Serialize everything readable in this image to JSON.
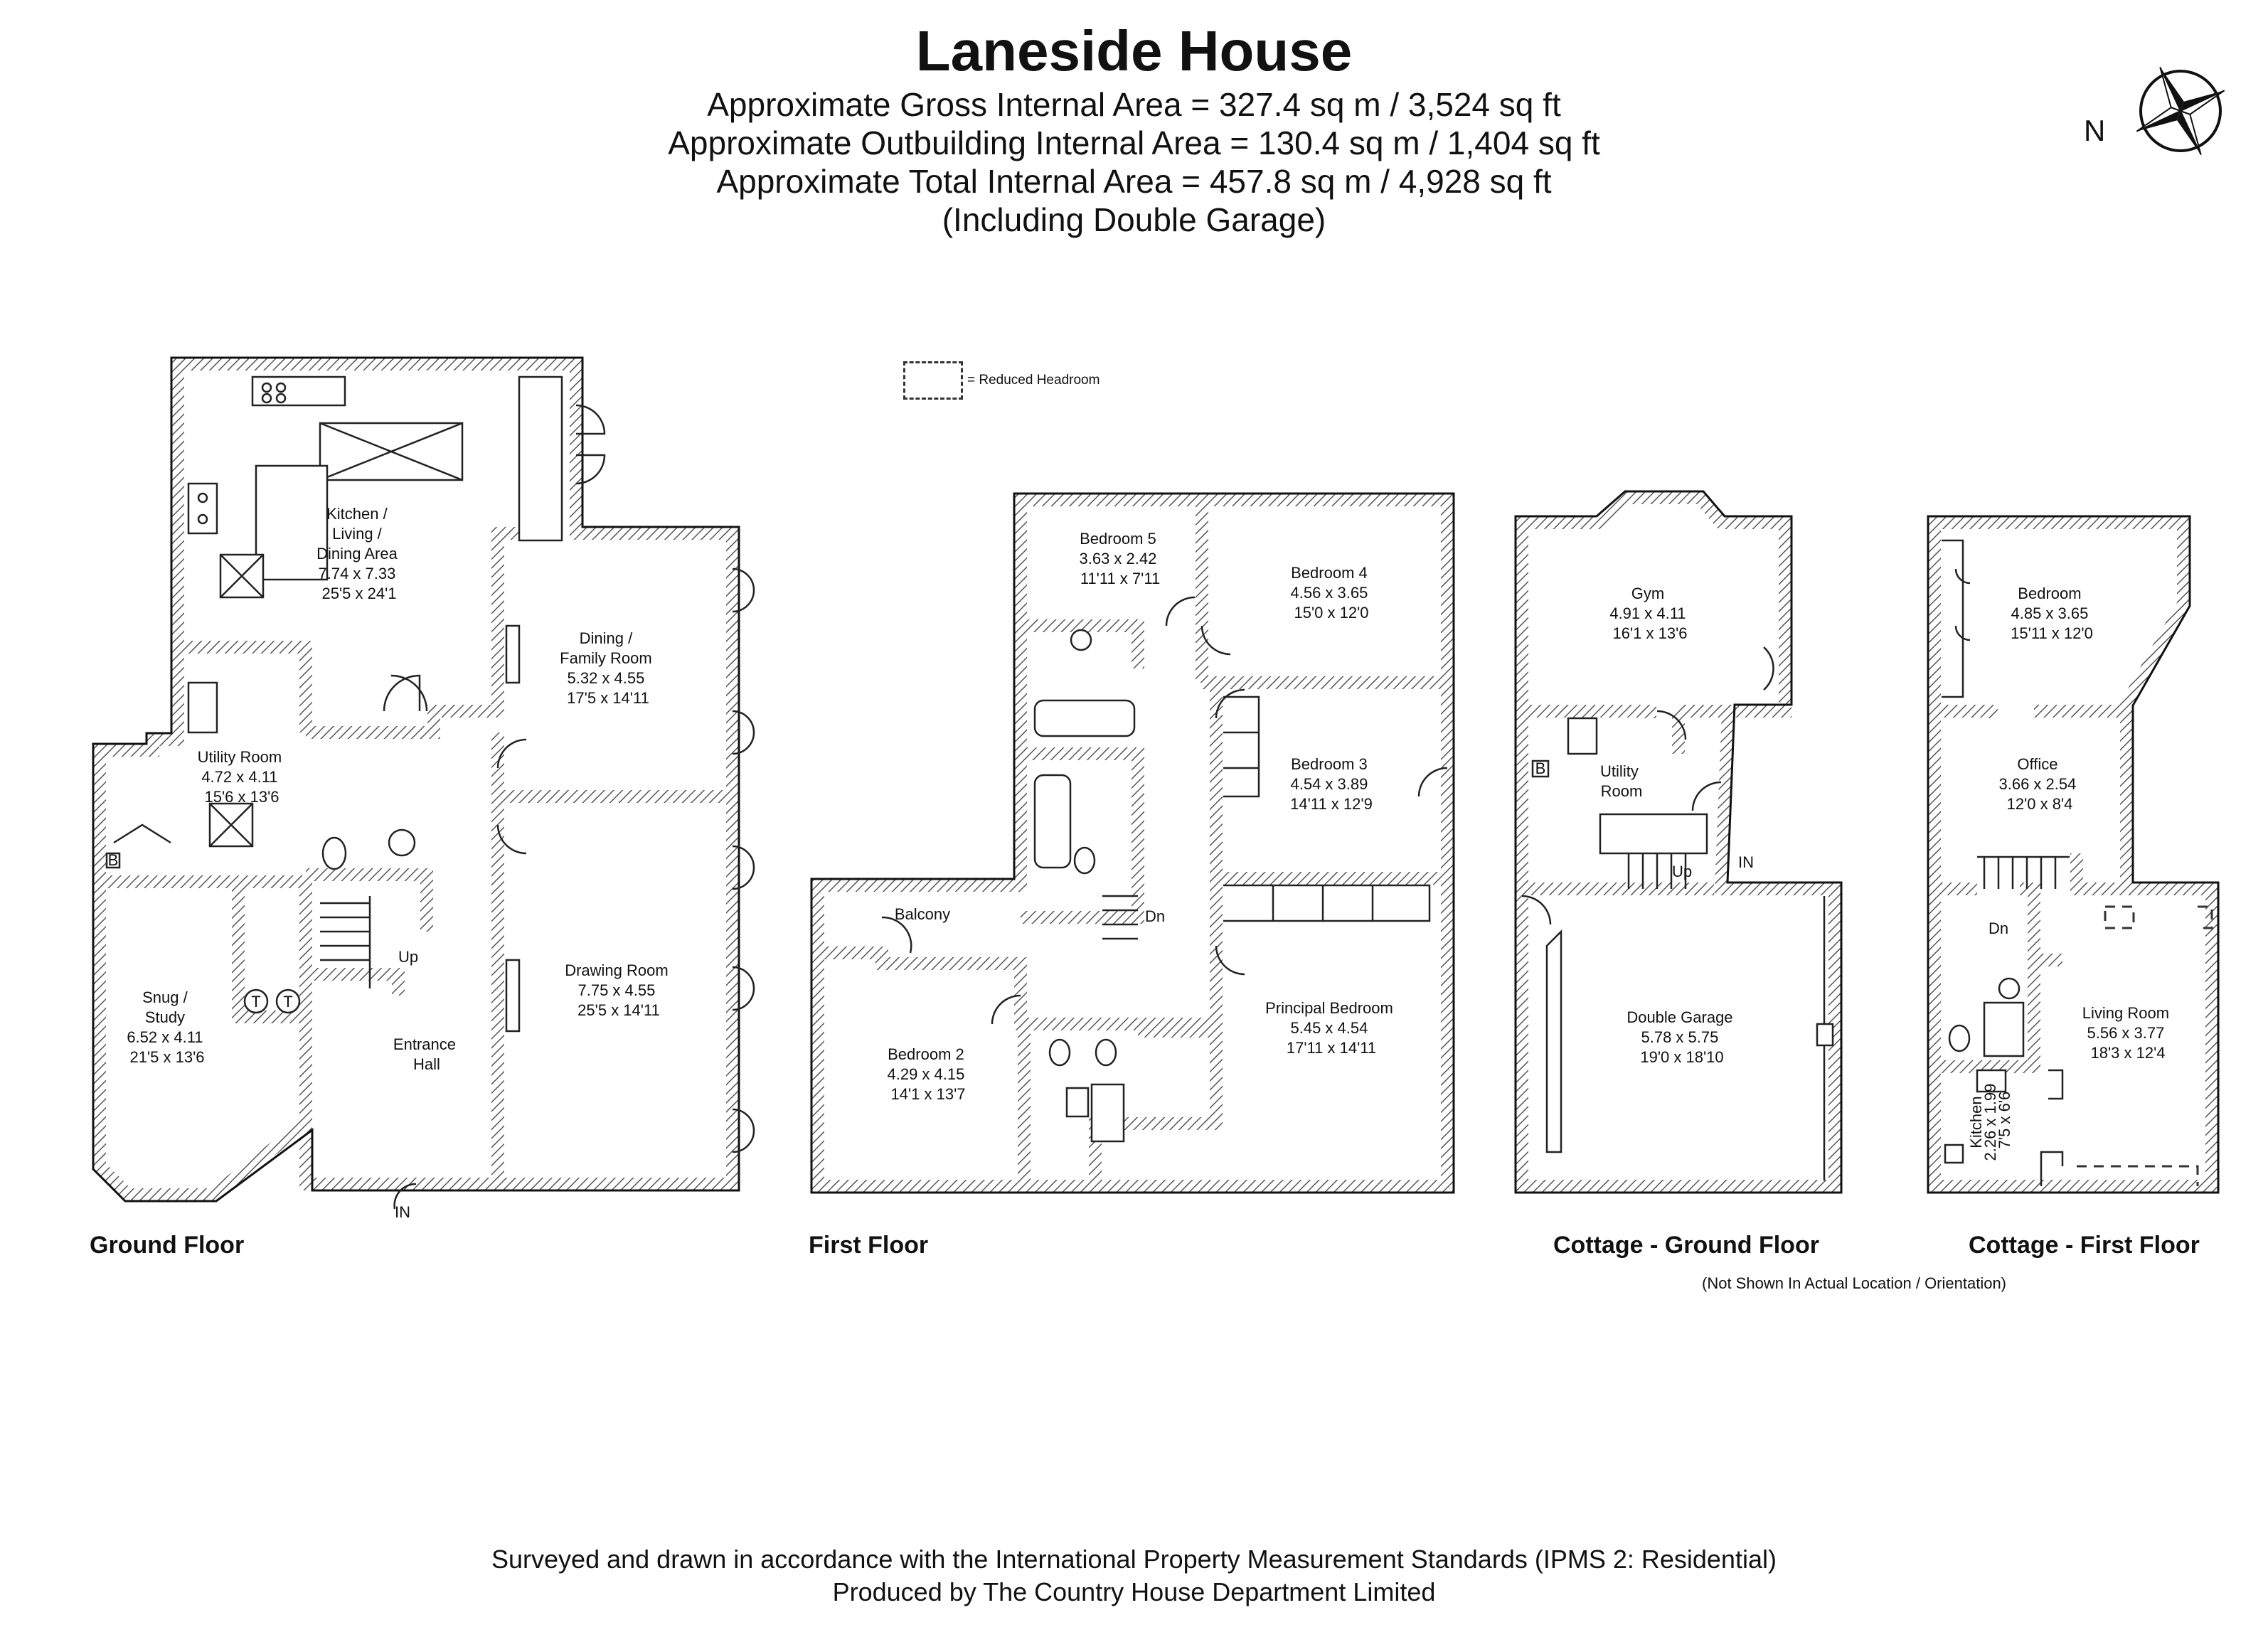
{
  "header": {
    "title": "Laneside House",
    "gross_area": "Approximate Gross Internal Area = 327.4 sq m / 3,524 sq ft",
    "outbuilding_area": "Approximate Outbuilding Internal Area = 130.4 sq m / 1,404 sq ft",
    "total_area": "Approximate Total Internal Area = 457.8 sq m / 4,928 sq ft",
    "garage_note": "(Including Double Garage)"
  },
  "compass": {
    "north_label": "N",
    "icon": "compass-rose-icon"
  },
  "legend": {
    "label": "= Reduced Headroom"
  },
  "floors": {
    "ground": "Ground Floor",
    "first": "First Floor",
    "cottage_ground": "Cottage - Ground Floor",
    "cottage_first": "Cottage - First Floor"
  },
  "rooms": {
    "kitchen": [
      "Kitchen /",
      "Living /",
      "Dining Area",
      "7.74 x 7.33",
      "25'5 x 24'1"
    ],
    "dining": [
      "Dining /",
      "Family Room",
      "5.32 x 4.55",
      "17'5 x 14'11"
    ],
    "utility": [
      "Utility Room",
      "4.72 x 4.11",
      "15'6 x 13'6"
    ],
    "snug": [
      "Snug /",
      "Study",
      "6.52 x 4.11",
      "21'5 x 13'6"
    ],
    "entrance": [
      "Entrance",
      "Hall"
    ],
    "drawing": [
      "Drawing Room",
      "7.75 x 4.55",
      "25'5 x 14'11"
    ],
    "bed5": [
      "Bedroom 5",
      "3.63 x 2.42",
      "11'11 x 7'11"
    ],
    "bed4": [
      "Bedroom 4",
      "4.56 x 3.65",
      "15'0 x 12'0"
    ],
    "bed3": [
      "Bedroom 3",
      "4.54 x 3.89",
      "14'11 x 12'9"
    ],
    "balcony": [
      "Balcony"
    ],
    "bed2": [
      "Bedroom 2",
      "4.29 x 4.15",
      "14'1 x 13'7"
    ],
    "principal": [
      "Principal Bedroom",
      "5.45 x 4.54",
      "17'11 x 14'11"
    ],
    "gym": [
      "Gym",
      "4.91 x 4.11",
      "16'1 x 13'6"
    ],
    "c_utility": [
      "Utility",
      "Room"
    ],
    "garage": [
      "Double Garage",
      "5.78 x 5.75",
      "19'0 x 18'10"
    ],
    "c_bedroom": [
      "Bedroom",
      "4.85 x 3.65",
      "15'11 x 12'0"
    ],
    "office": [
      "Office",
      "3.66 x 2.54",
      "12'0 x 8'4"
    ],
    "living": [
      "Living Room",
      "5.56 x 3.77",
      "18'3 x 12'4"
    ],
    "c_kitchen": [
      "Kitchen",
      "2.26 x 1.99",
      "7'5 x 6'6"
    ]
  },
  "markers": {
    "in": "IN",
    "up": "Up",
    "dn": "Dn",
    "boiler": "B",
    "tank": "T"
  },
  "note": "(Not Shown In Actual Location / Orientation)",
  "footer": {
    "line1": "Surveyed and drawn in accordance with the International Property Measurement Standards (IPMS 2: Residential)",
    "line2": "Produced by The Country House Department Limited"
  }
}
